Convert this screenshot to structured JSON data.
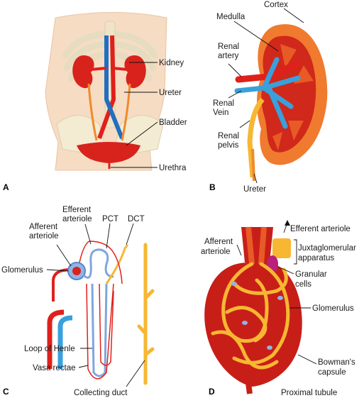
{
  "panels": {
    "a": {
      "letter": "A",
      "labels": {
        "kidney": "Kidney",
        "ureter": "Ureter",
        "bladder": "Bladder",
        "urethra": "Urethra"
      }
    },
    "b": {
      "letter": "B",
      "labels": {
        "cortex": "Cortex",
        "medulla": "Medulla",
        "renal_artery": [
          "Renal",
          "artery"
        ],
        "renal_vein": [
          "Renal",
          "Vein"
        ],
        "renal_pelvis": [
          "Renal",
          "pelvis"
        ],
        "ureter": "Ureter"
      }
    },
    "c": {
      "letter": "C",
      "labels": {
        "efferent_arteriole": [
          "Efferent",
          "arteriole"
        ],
        "afferent_arteriole": [
          "Afferent",
          "arteriole"
        ],
        "pct": "PCT",
        "dct": "DCT",
        "glomerulus": "Glomerulus",
        "loop_of_henle": "Loop of Henle",
        "vasa_rectae": "Vasa rectae",
        "collecting_duct": "Collecting duct"
      }
    },
    "d": {
      "letter": "D",
      "labels": {
        "efferent_arteriole": "Efferent arteriole",
        "afferent_arteriole": [
          "Afferent",
          "arteriole"
        ],
        "juxtaglomerular_apparatus": [
          "Juxtaglomerular",
          "apparatus"
        ],
        "granular_cells": [
          "Granular",
          "cells"
        ],
        "glomerulus": "Glomerulus",
        "bowmans_capsule": [
          "Bowman's",
          "capsule"
        ],
        "proximal_tubule": "Proximal tubule"
      }
    }
  },
  "colors": {
    "skin": "#f6dcc3",
    "bone": "#f3ebd2",
    "artery_red": "#e0201b",
    "vein_blue": "#3aa0dc",
    "kidney_cortex": "#f07a2e",
    "kidney_medulla": "#d0281a",
    "tubule_yellow": "#f7b733",
    "capsule_red": "#c81e18"
  }
}
